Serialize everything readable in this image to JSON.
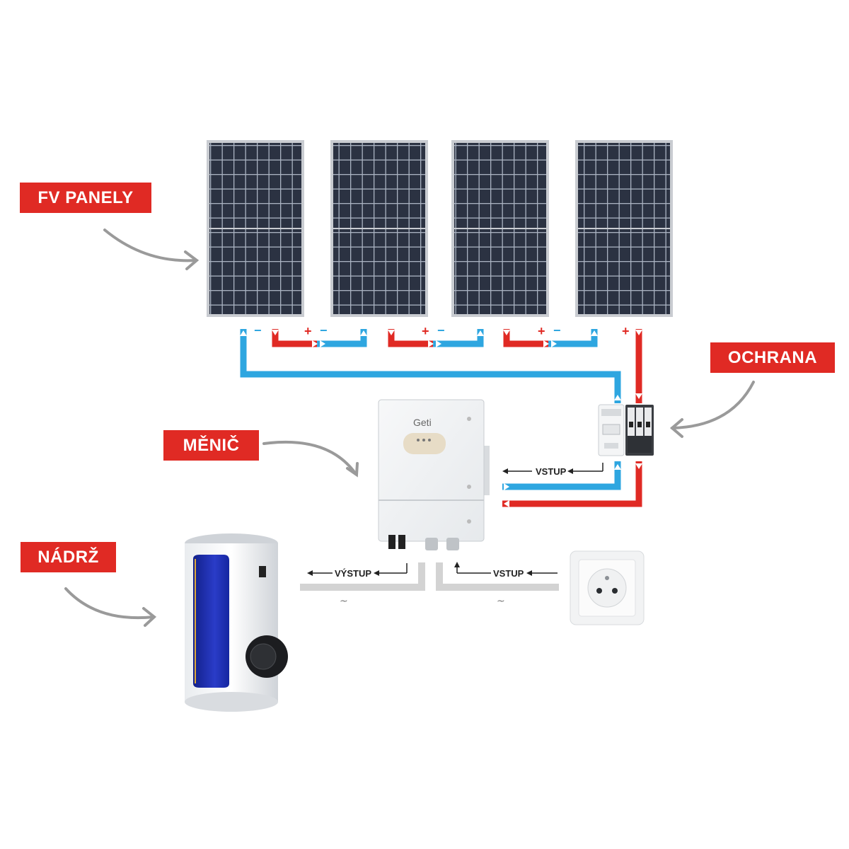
{
  "labels": {
    "panels": "FV PANELY",
    "protection": "OCHRANA",
    "inverter": "MĚNIČ",
    "tank": "NÁDRŽ"
  },
  "inverter": {
    "brand": "Geti"
  },
  "flow": {
    "dc_input": "VSTUP",
    "ac_output": "VÝSTUP",
    "ac_input": "VSTUP",
    "ac_symbol_left": "~",
    "ac_symbol_right": "~"
  },
  "polarity": {
    "plus": "+",
    "minus": "−"
  },
  "colors": {
    "accent_red": "#e02a24",
    "wire_blue": "#2ea6e0",
    "wire_red": "#e02a24",
    "wire_gray": "#cfcfcf",
    "panel_cell": "#2a3140",
    "panel_frame": "#c9ccd1",
    "tank_blue": "#1e2fa8"
  }
}
